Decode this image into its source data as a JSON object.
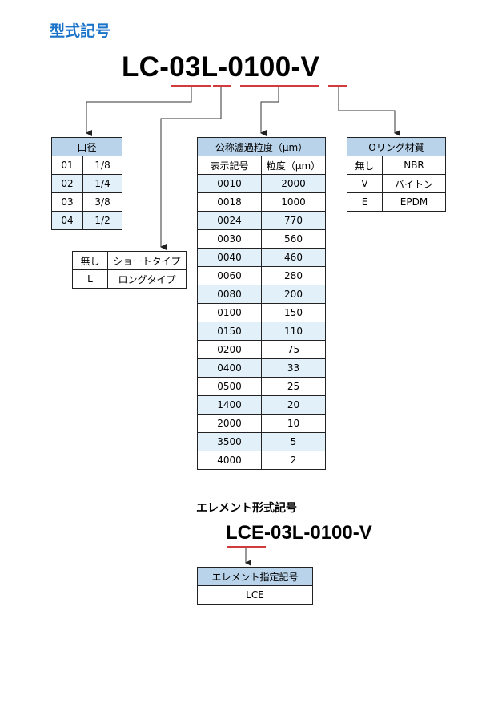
{
  "section_title": "型式記号",
  "model_code": {
    "prefix": "LC-",
    "size": "03",
    "type": "L",
    "dash": "-",
    "grain": "0100",
    "dash2": "-",
    "seal": "V"
  },
  "bore_table": {
    "header": "口径",
    "rows": [
      {
        "code": "01",
        "value": "1/8"
      },
      {
        "code": "02",
        "value": "1/4"
      },
      {
        "code": "03",
        "value": "3/8"
      },
      {
        "code": "04",
        "value": "1/2"
      }
    ]
  },
  "type_table": {
    "rows": [
      {
        "code": "無し",
        "value": "ショートタイプ"
      },
      {
        "code": "L",
        "value": "ロングタイプ"
      }
    ]
  },
  "grain_table": {
    "header": "公称濾過粒度（μm）",
    "col1": "表示記号",
    "col2": "粒度（μm）",
    "rows": [
      {
        "code": "0010",
        "value": "2000"
      },
      {
        "code": "0018",
        "value": "1000"
      },
      {
        "code": "0024",
        "value": "770"
      },
      {
        "code": "0030",
        "value": "560"
      },
      {
        "code": "0040",
        "value": "460"
      },
      {
        "code": "0060",
        "value": "280"
      },
      {
        "code": "0080",
        "value": "200"
      },
      {
        "code": "0100",
        "value": "150"
      },
      {
        "code": "0150",
        "value": "110"
      },
      {
        "code": "0200",
        "value": "75"
      },
      {
        "code": "0400",
        "value": "33"
      },
      {
        "code": "0500",
        "value": "25"
      },
      {
        "code": "1400",
        "value": "20"
      },
      {
        "code": "2000",
        "value": "10"
      },
      {
        "code": "3500",
        "value": "5"
      },
      {
        "code": "4000",
        "value": "2"
      }
    ]
  },
  "oring_table": {
    "header": "Oリング材質",
    "rows": [
      {
        "code": "無し",
        "value": "NBR"
      },
      {
        "code": "V",
        "value": "バイトン"
      },
      {
        "code": "E",
        "value": "EPDM"
      }
    ]
  },
  "element_title": "エレメント形式記号",
  "element_code": {
    "prefix": "LCE",
    "rest": "-03L-0100-V"
  },
  "element_table": {
    "header": "エレメント指定記号",
    "value": "LCE"
  },
  "colors": {
    "title_blue": "#1a73c8",
    "underline_red": "#d23b3b",
    "header_blue": "#b9d3ea",
    "row_tint": "#e2f0fa"
  }
}
